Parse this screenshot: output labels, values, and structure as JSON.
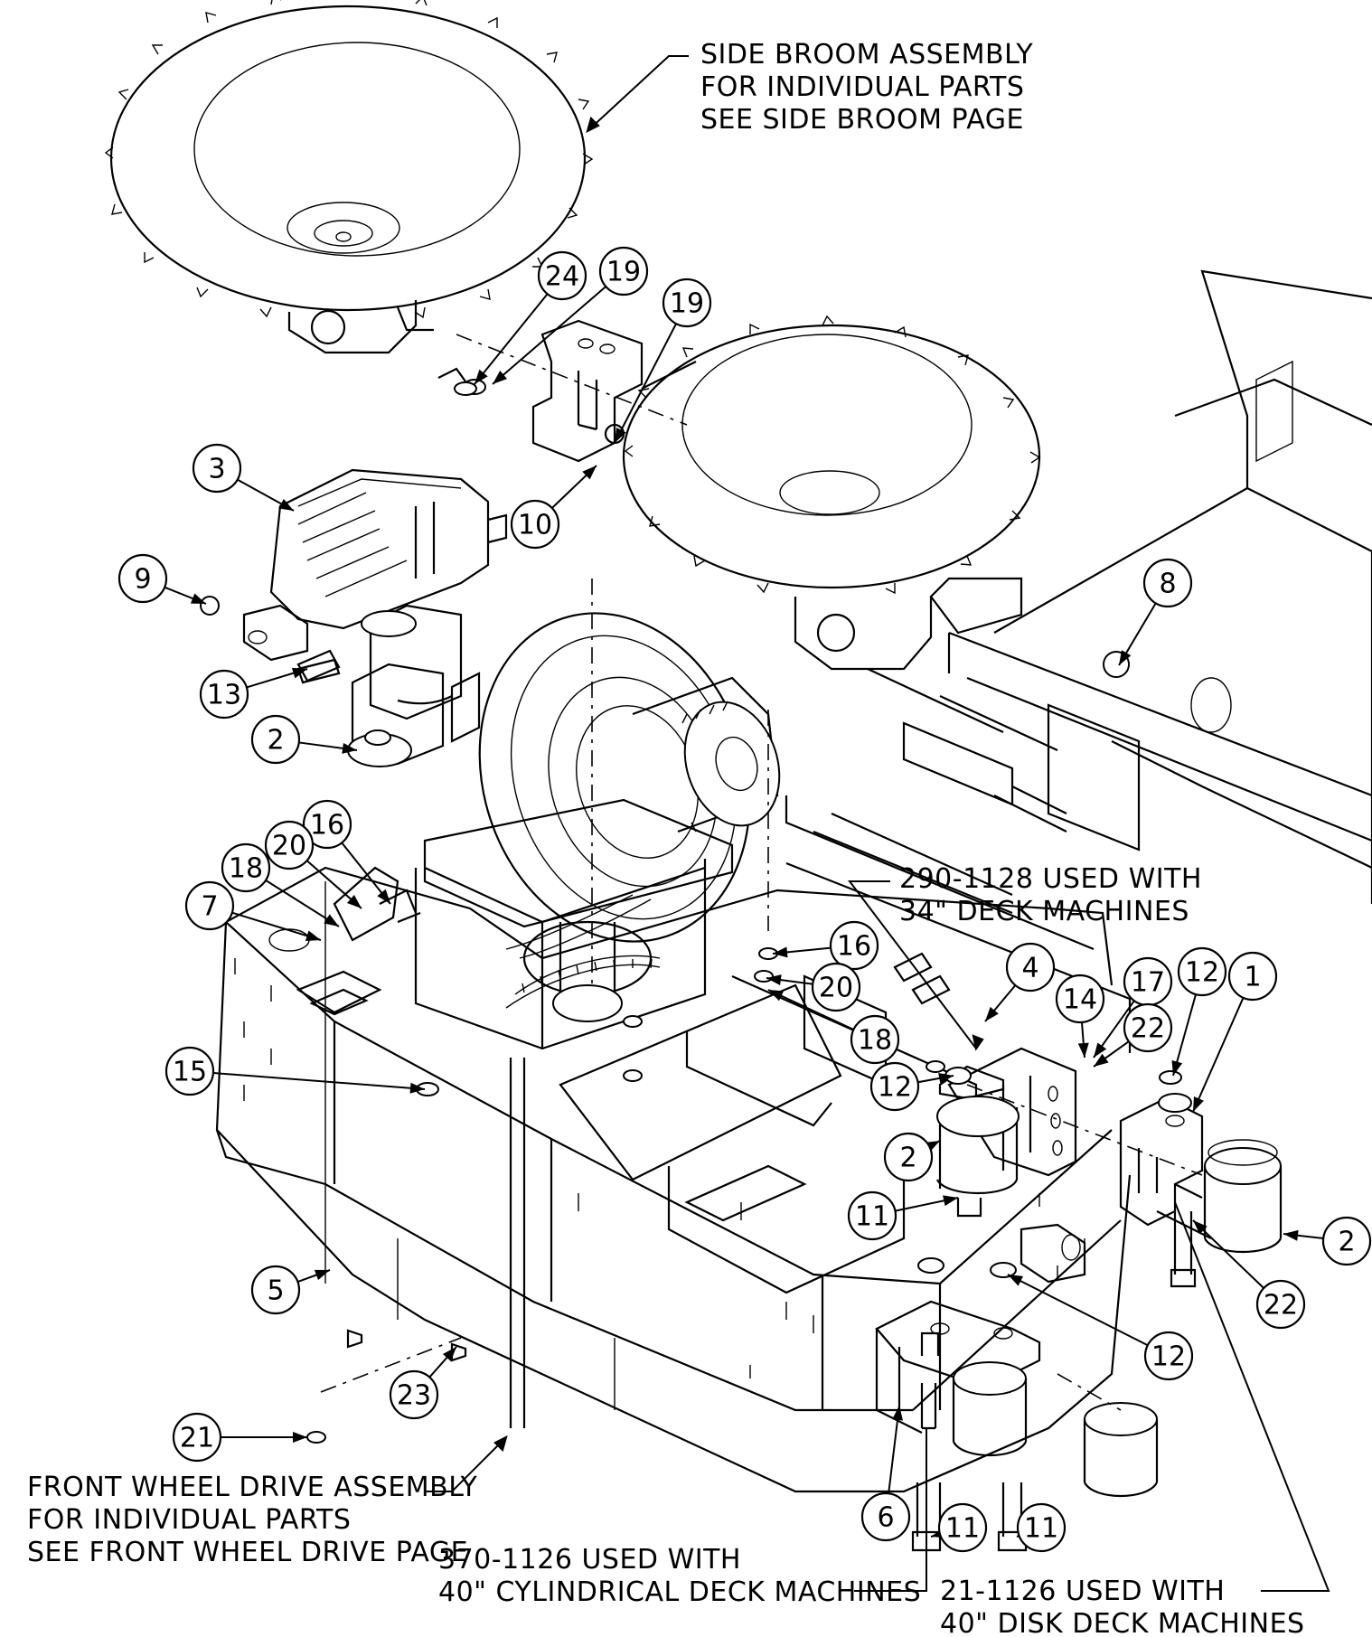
{
  "notes": {
    "side_broom": [
      "SIDE BROOM ASSEMBLY",
      "FOR INDIVIDUAL PARTS",
      "SEE SIDE BROOM PAGE"
    ],
    "front_wheel_drive": [
      "FRONT WHEEL DRIVE ASSEMBLY",
      "FOR INDIVIDUAL PARTS",
      "SEE FRONT WHEEL DRIVE PAGE"
    ],
    "part_290": [
      "290-1128 USED WITH",
      "34\" DECK MACHINES"
    ],
    "part_370": [
      "370-1126 USED WITH",
      "40\" CYLINDRICAL DECK MACHINES"
    ],
    "part_21": [
      "21-1126 USED WITH",
      "40\" DISK DECK MACHINES"
    ]
  },
  "callouts": [
    {
      "id": "c24",
      "label": "24"
    },
    {
      "id": "c19a",
      "label": "19"
    },
    {
      "id": "c19b",
      "label": "19"
    },
    {
      "id": "c3",
      "label": "3"
    },
    {
      "id": "c10",
      "label": "10"
    },
    {
      "id": "c9",
      "label": "9"
    },
    {
      "id": "c8",
      "label": "8"
    },
    {
      "id": "c13",
      "label": "13"
    },
    {
      "id": "c2a",
      "label": "2"
    },
    {
      "id": "c16a",
      "label": "16"
    },
    {
      "id": "c20a",
      "label": "20"
    },
    {
      "id": "c18a",
      "label": "18"
    },
    {
      "id": "c7",
      "label": "7"
    },
    {
      "id": "c16b",
      "label": "16"
    },
    {
      "id": "c20b",
      "label": "20"
    },
    {
      "id": "c4",
      "label": "4"
    },
    {
      "id": "c14",
      "label": "14"
    },
    {
      "id": "c17",
      "label": "17"
    },
    {
      "id": "c12a",
      "label": "12"
    },
    {
      "id": "c1",
      "label": "1"
    },
    {
      "id": "c22a",
      "label": "22"
    },
    {
      "id": "c18b",
      "label": "18"
    },
    {
      "id": "c15",
      "label": "15"
    },
    {
      "id": "c12b",
      "label": "12"
    },
    {
      "id": "c2b",
      "label": "2"
    },
    {
      "id": "c11a",
      "label": "11"
    },
    {
      "id": "c2c",
      "label": "2"
    },
    {
      "id": "c22b",
      "label": "22"
    },
    {
      "id": "c5",
      "label": "5"
    },
    {
      "id": "c12c",
      "label": "12"
    },
    {
      "id": "c23",
      "label": "23"
    },
    {
      "id": "c21",
      "label": "21"
    },
    {
      "id": "c6",
      "label": "6"
    },
    {
      "id": "c11b",
      "label": "11"
    },
    {
      "id": "c11c",
      "label": "11"
    }
  ]
}
